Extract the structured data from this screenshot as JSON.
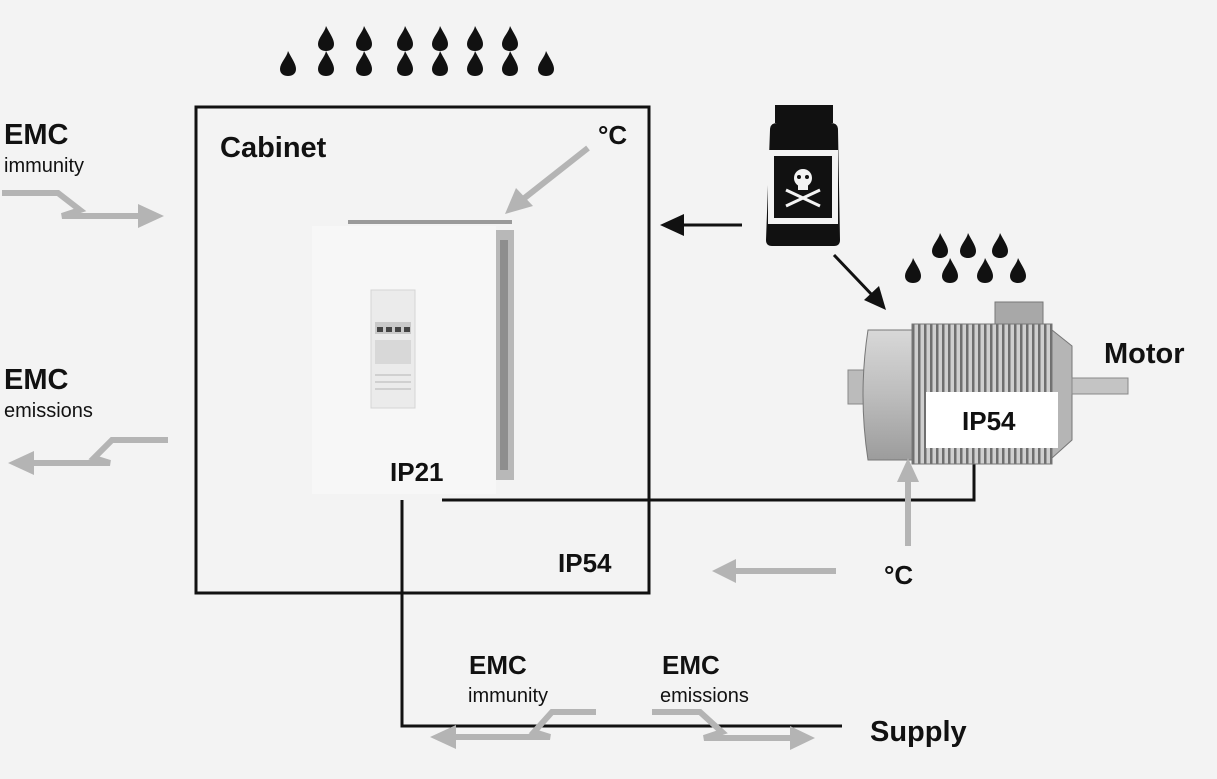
{
  "labels": {
    "cabinet": "Cabinet",
    "cabinet_temp": "°C",
    "cabinet_rating": "IP54",
    "drive_rating": "IP21",
    "motor": "Motor",
    "motor_rating": "IP54",
    "ambient_temp": "°C",
    "supply": "Supply",
    "emc_left_top": {
      "title": "EMC",
      "sub": "immunity"
    },
    "emc_left_bottom": {
      "title": "EMC",
      "sub": "emissions"
    },
    "emc_supply_left": {
      "title": "EMC",
      "sub": "immunity"
    },
    "emc_supply_right": {
      "title": "EMC",
      "sub": "emissions"
    }
  },
  "icons": {
    "drops_top": "water-drops-icon",
    "drops_motor": "water-drops-icon",
    "chemical": "poison-bottle-icon",
    "drive": "drive-unit-icon",
    "motor": "electric-motor-icon"
  },
  "colors": {
    "arrow_gray": "#b4b4b4",
    "line": "#111111",
    "background": "#f3f3f3"
  }
}
